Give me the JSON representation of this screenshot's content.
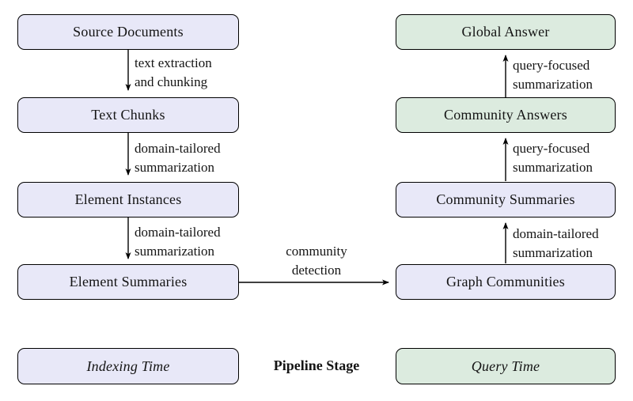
{
  "colors": {
    "background": "#ffffff",
    "border": "#000000",
    "text": "#141414",
    "indexing_fill": "#e8e8f8",
    "query_fill": "#dcebdf"
  },
  "nodes": {
    "source_documents": {
      "label": "Source Documents"
    },
    "text_chunks": {
      "label": "Text Chunks"
    },
    "element_instances": {
      "label": "Element Instances"
    },
    "element_summaries": {
      "label": "Element Summaries"
    },
    "graph_communities": {
      "label": "Graph Communities"
    },
    "community_summaries": {
      "label": "Community Summaries"
    },
    "community_answers": {
      "label": "Community Answers"
    },
    "global_answer": {
      "label": "Global Answer"
    }
  },
  "edges": {
    "source_to_chunks": {
      "line1": "text extraction",
      "line2": "and chunking"
    },
    "chunks_to_instances": {
      "line1": "domain-tailored",
      "line2": "summarization"
    },
    "instances_to_summaries": {
      "line1": "domain-tailored",
      "line2": "summarization"
    },
    "summaries_to_graph": {
      "line1": "community",
      "line2": "detection"
    },
    "graph_to_community_summaries": {
      "line1": "domain-tailored",
      "line2": "summarization"
    },
    "community_summaries_to_answers": {
      "line1": "query-focused",
      "line2": "summarization"
    },
    "answers_to_global": {
      "line1": "query-focused",
      "line2": "summarization"
    }
  },
  "legend": {
    "indexing_time": "Indexing Time",
    "pipeline_stage": "Pipeline Stage",
    "query_time": "Query Time"
  }
}
